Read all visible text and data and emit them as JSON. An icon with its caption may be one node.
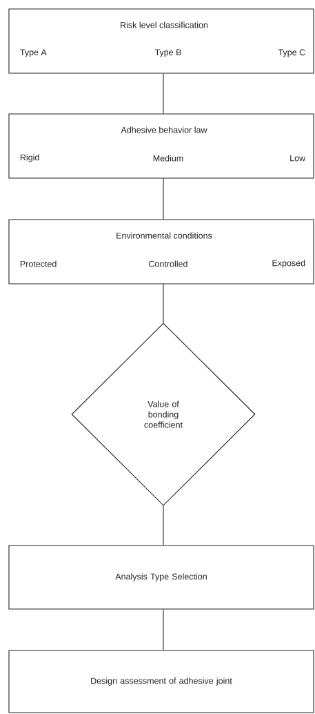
{
  "diagram": {
    "nodes": [
      {
        "text": [
          "Risk level classification",
          "Type A",
          "Type B",
          "Type C"
        ]
      },
      {
        "text": [
          "Adhesive behavior law",
          "Rigid",
          "Medium",
          "Low"
        ]
      },
      {
        "text": [
          "Environmental conditions",
          "Protected",
          "Controlled",
          "Exposed"
        ]
      },
      {
        "text": [
          "Value of bonding coefficient"
        ]
      },
      {
        "text": [
          "Analysis Type Selection"
        ]
      },
      {
        "text": [
          "Design assessment of adhesive joint"
        ]
      }
    ],
    "edges": [
      {
        "from": 0,
        "to": 1,
        "arrow": "none"
      },
      {
        "from": 1,
        "to": 2,
        "arrow": "none"
      },
      {
        "from": 2,
        "to": 3,
        "arrow": "none"
      },
      {
        "from": 3,
        "to": 4,
        "arrow": "none"
      },
      {
        "from": 4,
        "to": 5,
        "arrow": "none"
      }
    ]
  }
}
